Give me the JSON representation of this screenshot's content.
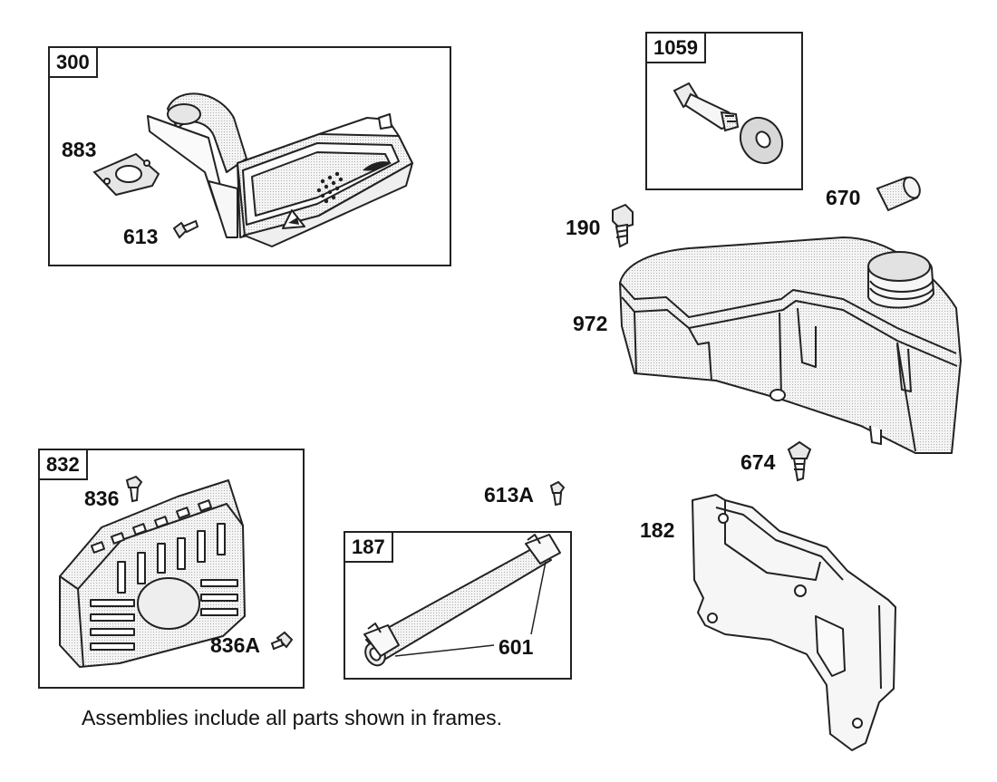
{
  "frames": {
    "muffler_assembly": "300",
    "mounting_hardware_assembly": "1059",
    "guard_assembly": "832",
    "fuel_line_assembly": "187"
  },
  "callouts": {
    "gasket": "883",
    "muffler_screw": "613",
    "fuel_tank_bolt": "190",
    "spacer": "670",
    "fuel_tank": "972",
    "tank_screw": "674",
    "guard_screw_top": "836",
    "guard_screw_bottom": "836A",
    "loose_screw": "613A",
    "clamp": "601",
    "bracket": "182"
  },
  "footnote": "Assemblies include all parts shown in frames.",
  "colors": {
    "line": "#222222",
    "part_fill": "#f2f2f2",
    "part_shade": "#cfcfcf",
    "background": "#ffffff"
  }
}
